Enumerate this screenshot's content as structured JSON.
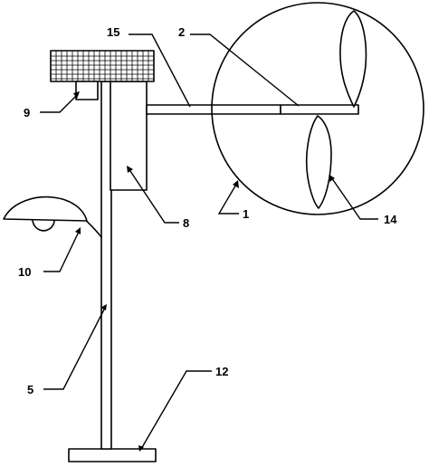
{
  "labels": {
    "wind_rotor_housing": "1",
    "rotor_arm": "2",
    "pole": "5",
    "controller_box": "8",
    "sensor_box": "9",
    "lamp_bracket": "10",
    "base_plate": "12",
    "blade": "14",
    "cross_arm": "15"
  }
}
